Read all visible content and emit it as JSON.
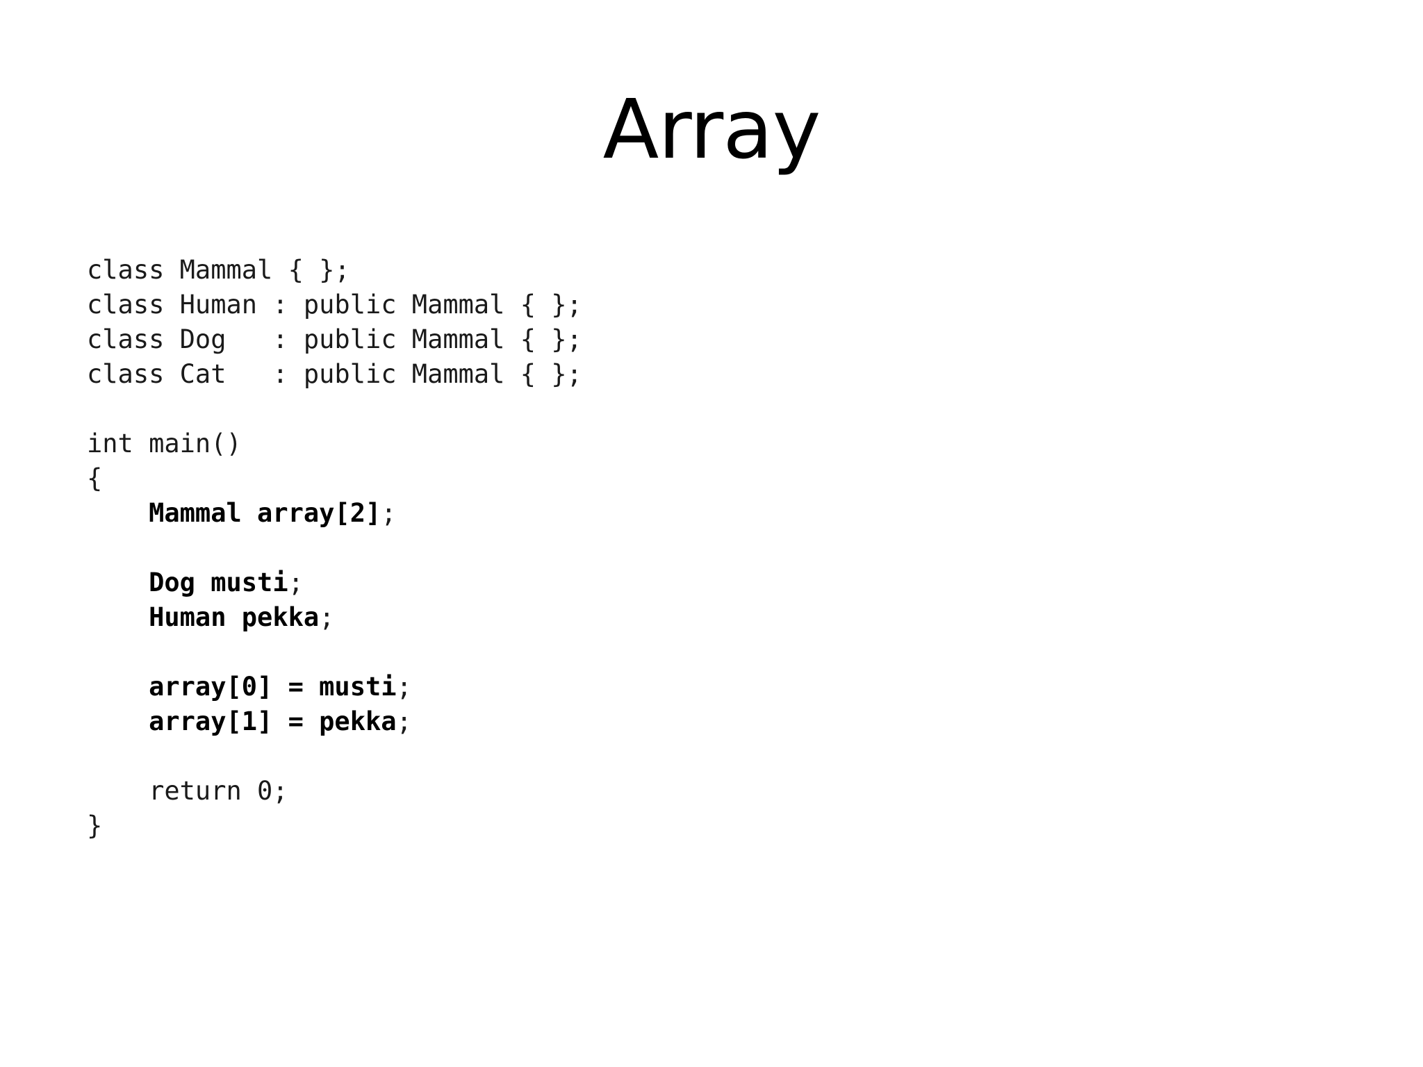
{
  "slide": {
    "title": "Array",
    "background_color": "#ffffff",
    "title_color": "#000000",
    "code_color": "#1a1a1a",
    "code_bold_color": "#000000"
  },
  "code": {
    "language": "cpp",
    "lines": [
      {
        "id": "line-class-mammal",
        "segments": [
          {
            "text": "class Mammal { };",
            "bold": false
          }
        ]
      },
      {
        "id": "line-class-human",
        "segments": [
          {
            "text": "class Human : public Mammal { };",
            "bold": false
          }
        ]
      },
      {
        "id": "line-class-dog",
        "segments": [
          {
            "text": "class Dog   : public Mammal { };",
            "bold": false
          }
        ]
      },
      {
        "id": "line-class-cat",
        "segments": [
          {
            "text": "class Cat   : public Mammal { };",
            "bold": false
          }
        ]
      },
      {
        "id": "line-blank-1",
        "segments": [
          {
            "text": "",
            "bold": false
          }
        ]
      },
      {
        "id": "line-int-main",
        "segments": [
          {
            "text": "int main()",
            "bold": false
          }
        ]
      },
      {
        "id": "line-open-brace",
        "segments": [
          {
            "text": "{",
            "bold": false
          }
        ]
      },
      {
        "id": "line-array-decl",
        "segments": [
          {
            "text": "    ",
            "bold": false
          },
          {
            "text": "Mammal array[2]",
            "bold": true
          },
          {
            "text": ";",
            "bold": false
          }
        ]
      },
      {
        "id": "line-blank-2",
        "segments": [
          {
            "text": "",
            "bold": false
          }
        ]
      },
      {
        "id": "line-dog-musti",
        "segments": [
          {
            "text": "    ",
            "bold": false
          },
          {
            "text": "Dog musti",
            "bold": true
          },
          {
            "text": ";",
            "bold": false
          }
        ]
      },
      {
        "id": "line-human-pekka",
        "segments": [
          {
            "text": "    ",
            "bold": false
          },
          {
            "text": "Human pekka",
            "bold": true
          },
          {
            "text": ";",
            "bold": false
          }
        ]
      },
      {
        "id": "line-blank-3",
        "segments": [
          {
            "text": "",
            "bold": false
          }
        ]
      },
      {
        "id": "line-assign-0",
        "segments": [
          {
            "text": "    ",
            "bold": false
          },
          {
            "text": "array[0] = musti",
            "bold": true
          },
          {
            "text": ";",
            "bold": false
          }
        ]
      },
      {
        "id": "line-assign-1",
        "segments": [
          {
            "text": "    ",
            "bold": false
          },
          {
            "text": "array[1] = pekka",
            "bold": true
          },
          {
            "text": ";",
            "bold": false
          }
        ]
      },
      {
        "id": "line-blank-4",
        "segments": [
          {
            "text": "",
            "bold": false
          }
        ]
      },
      {
        "id": "line-return",
        "segments": [
          {
            "text": "    return 0;",
            "bold": false
          }
        ]
      },
      {
        "id": "line-close-brace",
        "segments": [
          {
            "text": "}",
            "bold": false
          }
        ]
      }
    ]
  }
}
